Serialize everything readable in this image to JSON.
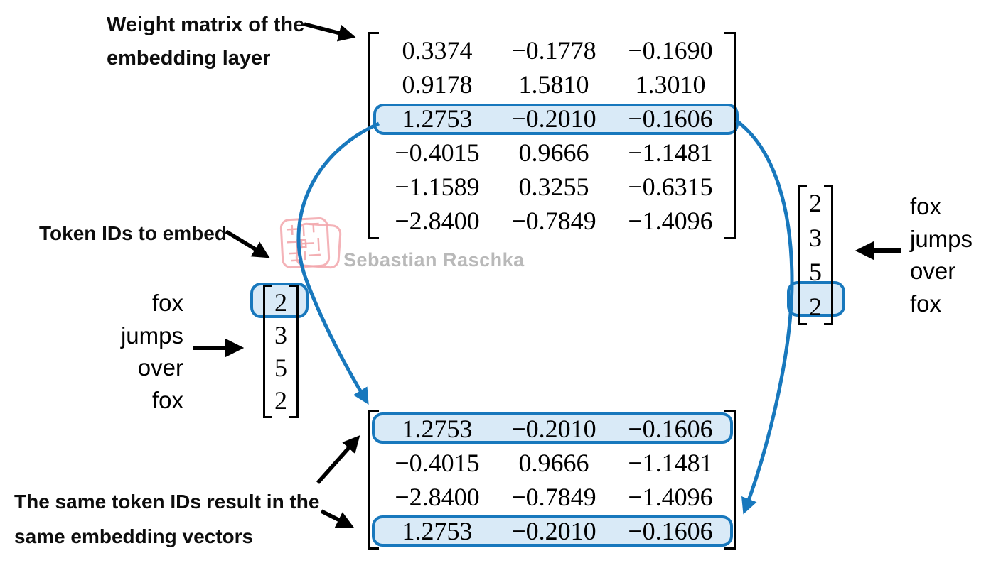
{
  "colors": {
    "accent_blue": "#1878bd",
    "highlight_fill": "#d9eaf7",
    "arrow_black": "#000000",
    "watermark_gray": "#b9b9b9",
    "watermark_pink": "#f2a6ab"
  },
  "labels": {
    "weight_matrix_line1": "Weight matrix of the",
    "weight_matrix_line2": "embedding layer",
    "token_ids": "Token IDs to embed",
    "same_ids_line1": "The same token IDs result in the",
    "same_ids_line2": "same embedding vectors"
  },
  "watermark": {
    "text": "Sebastian Raschka"
  },
  "left_tokens": [
    "fox",
    "jumps",
    "over",
    "fox"
  ],
  "right_tokens": [
    "fox",
    "jumps",
    "over",
    "fox"
  ],
  "left_vector": [
    "2",
    "3",
    "5",
    "2"
  ],
  "right_vector": [
    "2",
    "3",
    "5",
    "2"
  ],
  "left_vector_highlighted_index": 0,
  "right_vector_highlighted_index": 3,
  "weight_matrix": {
    "highlighted_row": 2,
    "rows": [
      [
        "0.3374",
        "−0.1778",
        "−0.1690"
      ],
      [
        "0.9178",
        "1.5810",
        "1.3010"
      ],
      [
        "1.2753",
        "−0.2010",
        "−0.1606"
      ],
      [
        "−0.4015",
        "0.9666",
        "−1.1481"
      ],
      [
        "−1.1589",
        "0.3255",
        "−0.6315"
      ],
      [
        "−2.8400",
        "−0.7849",
        "−1.4096"
      ]
    ]
  },
  "output_matrix": {
    "highlighted_rows": [
      0,
      3
    ],
    "rows": [
      [
        "1.2753",
        "−0.2010",
        "−0.1606"
      ],
      [
        "−0.4015",
        "0.9666",
        "−1.1481"
      ],
      [
        "−2.8400",
        "−0.7849",
        "−1.4096"
      ],
      [
        "1.2753",
        "−0.2010",
        "−0.1606"
      ]
    ]
  }
}
